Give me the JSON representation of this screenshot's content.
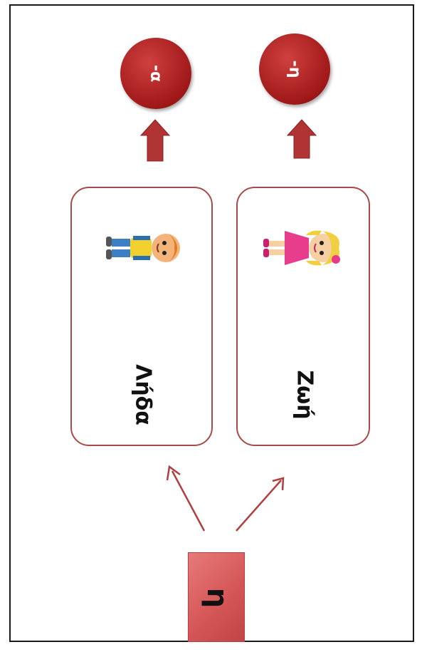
{
  "article": "η",
  "cards": [
    {
      "name": "Λήδα",
      "ending": "-α",
      "figure": "boy-figure"
    },
    {
      "name": "Ζωή",
      "ending": "-η",
      "figure": "girl-figure"
    }
  ],
  "colors": {
    "circle": "#b02020",
    "arrow": "#b03030",
    "card_border": "#a94a4a",
    "article_box": "#d45555"
  }
}
